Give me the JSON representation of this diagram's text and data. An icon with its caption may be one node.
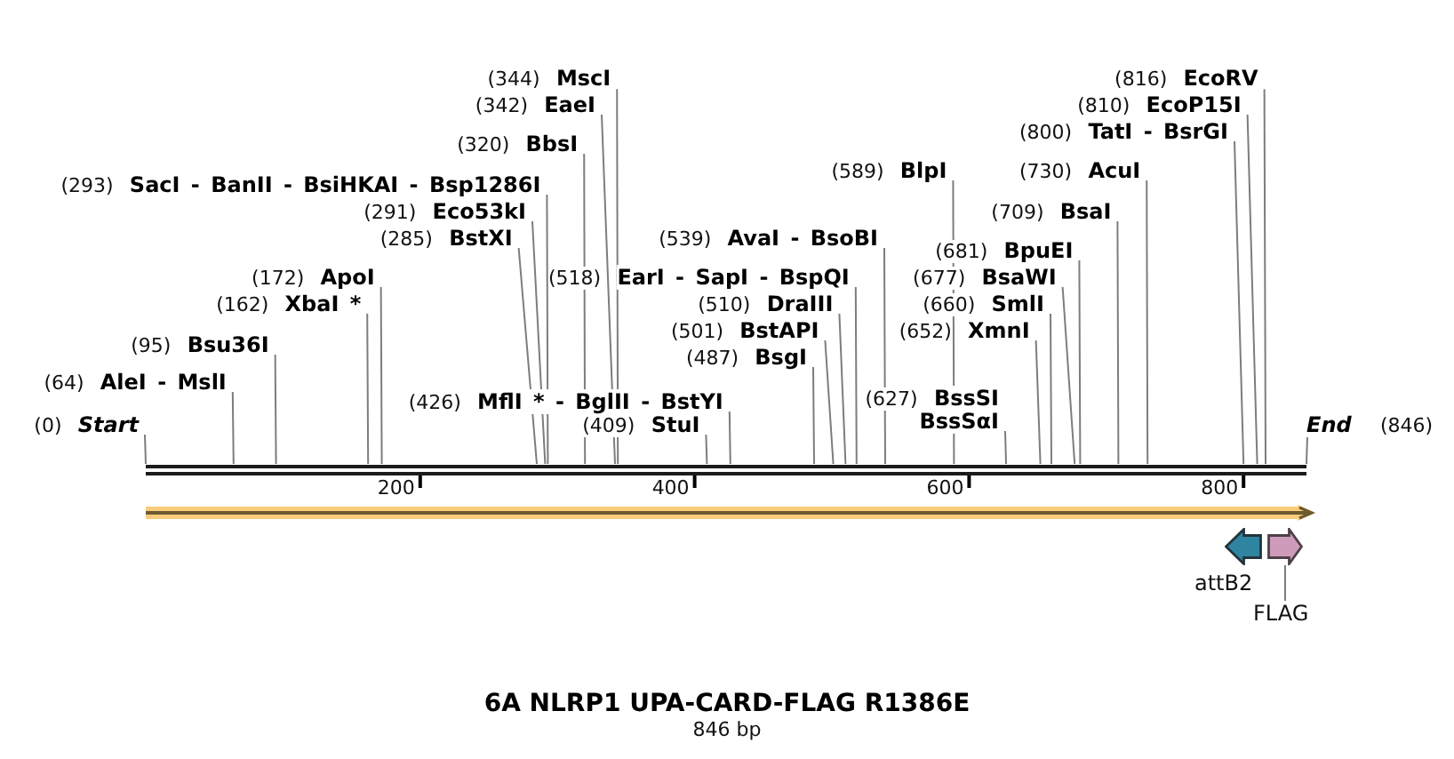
{
  "diagram": {
    "title": "6A NLRP1 UPA-CARD-FLAG R1386E",
    "nodes": [
      {
        "text": [
          "(344)",
          "MscI"
        ]
      },
      {
        "text": [
          "(816)",
          "EcoRV"
        ]
      },
      {
        "text": [
          "(342)",
          "EaeI"
        ]
      },
      {
        "text": [
          "(810)",
          "EcoP15I"
        ]
      },
      {
        "text": [
          "(800)",
          "TatI - BsrGI"
        ]
      },
      {
        "text": [
          "(320)",
          "BbsI"
        ]
      },
      {
        "text": [
          "(589)",
          "BlpI"
        ]
      },
      {
        "text": [
          "(730)",
          "AcuI"
        ]
      },
      {
        "text": [
          "(293)",
          "SacI - BanII - BsiHKAI - Bsp1286I"
        ]
      },
      {
        "text": [
          "(291)",
          "Eco53kI"
        ]
      },
      {
        "text": [
          "(709)",
          "BsaI"
        ]
      },
      {
        "text": [
          "(285)",
          "BstXI"
        ]
      },
      {
        "text": [
          "(539)",
          "AvaI - BsoBI"
        ]
      },
      {
        "text": [
          "(681)",
          "BpuEI"
        ]
      },
      {
        "text": [
          "(172)",
          "ApoI"
        ]
      },
      {
        "text": [
          "(518)",
          "EarI - SapI - BspQI"
        ]
      },
      {
        "text": [
          "(677)",
          "BsaWI"
        ]
      },
      {
        "text": [
          "(162)",
          "XbaI *"
        ]
      },
      {
        "text": [
          "(510)",
          "DraIII"
        ]
      },
      {
        "text": [
          "(660)",
          "SmlI"
        ]
      },
      {
        "text": [
          "(501)",
          "BstAPI"
        ]
      },
      {
        "text": [
          "(652)",
          "XmnI"
        ]
      },
      {
        "text": [
          "(95)",
          "Bsu36I"
        ]
      },
      {
        "text": [
          "(487)",
          "BsgI"
        ]
      },
      {
        "text": [
          "(64)",
          "AleI - MslI"
        ]
      },
      {
        "text": [
          "(627)",
          "BssSI",
          "BssSαI"
        ]
      },
      {
        "text": [
          "(426)",
          "MflI * - BglII - BstYI"
        ]
      },
      {
        "text": [
          "(0)",
          "Start"
        ]
      },
      {
        "text": [
          "(409)",
          "StuI"
        ]
      },
      {
        "text": [
          "End",
          "(846)"
        ]
      },
      {
        "text": [],
        "shape": "bar"
      },
      {
        "text": [],
        "shape": "arrow"
      },
      {
        "text": [
          "attB2"
        ]
      },
      {
        "text": [],
        "shape": "arrow"
      },
      {
        "text": [
          "FLAG"
        ]
      }
    ],
    "edges": [
      {
        "from": 0,
        "to": 30,
        "arrow": "none"
      },
      {
        "from": 1,
        "to": 30,
        "arrow": "none"
      },
      {
        "from": 2,
        "to": 30,
        "arrow": "none"
      },
      {
        "from": 3,
        "to": 30,
        "arrow": "none"
      },
      {
        "from": 4,
        "to": 30,
        "arrow": "none"
      },
      {
        "from": 5,
        "to": 30,
        "arrow": "none"
      },
      {
        "from": 6,
        "to": 30,
        "arrow": "none"
      },
      {
        "from": 7,
        "to": 30,
        "arrow": "none"
      },
      {
        "from": 8,
        "to": 30,
        "arrow": "none"
      },
      {
        "from": 9,
        "to": 30,
        "arrow": "none"
      },
      {
        "from": 10,
        "to": 30,
        "arrow": "none"
      },
      {
        "from": 11,
        "to": 30,
        "arrow": "none"
      },
      {
        "from": 12,
        "to": 30,
        "arrow": "none"
      },
      {
        "from": 13,
        "to": 30,
        "arrow": "none"
      },
      {
        "from": 14,
        "to": 30,
        "arrow": "none"
      },
      {
        "from": 15,
        "to": 30,
        "arrow": "none"
      },
      {
        "from": 16,
        "to": 30,
        "arrow": "none"
      },
      {
        "from": 17,
        "to": 30,
        "arrow": "none"
      },
      {
        "from": 18,
        "to": 30,
        "arrow": "none"
      },
      {
        "from": 19,
        "to": 30,
        "arrow": "none"
      },
      {
        "from": 20,
        "to": 30,
        "arrow": "none"
      },
      {
        "from": 21,
        "to": 30,
        "arrow": "none"
      },
      {
        "from": 22,
        "to": 30,
        "arrow": "none"
      },
      {
        "from": 23,
        "to": 30,
        "arrow": "none"
      },
      {
        "from": 24,
        "to": 30,
        "arrow": "none"
      },
      {
        "from": 25,
        "to": 30,
        "arrow": "none"
      },
      {
        "from": 26,
        "to": 30,
        "arrow": "none"
      },
      {
        "from": 27,
        "to": 30,
        "arrow": "none"
      },
      {
        "from": 28,
        "to": 30,
        "arrow": "none"
      },
      {
        "from": 29,
        "to": 30,
        "arrow": "none"
      },
      {
        "from": 34,
        "to": 33,
        "arrow": "none"
      }
    ],
    "labels": [
      "200",
      "400",
      "600",
      "800",
      "846 bp"
    ]
  }
}
